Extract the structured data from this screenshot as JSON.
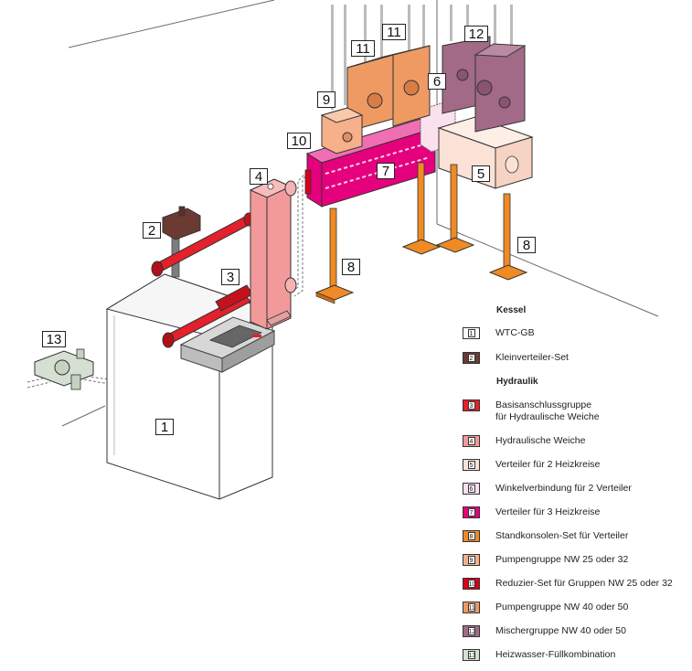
{
  "callouts": [
    "1",
    "2",
    "3",
    "4",
    "5",
    "6",
    "7",
    "8",
    "8",
    "9",
    "10",
    "11",
    "11",
    "12",
    "13"
  ],
  "legend": {
    "section_kessel": "Kessel",
    "section_hydraulik": "Hydraulik",
    "items": [
      {
        "num": "1",
        "label": "WTC-GB",
        "color": "#ffffff"
      },
      {
        "num": "2",
        "label": "Kleinverteiler-Set",
        "color": "#6b3a33"
      },
      {
        "num": "3",
        "label": "Basisanschlussgruppe\nfür Hydraulische Weiche",
        "color": "#e4202b"
      },
      {
        "num": "4",
        "label": "Hydraulische Weiche",
        "color": "#f29a9a"
      },
      {
        "num": "5",
        "label": "Verteiler für 2 Heizkreise",
        "color": "#fbe2d6"
      },
      {
        "num": "6",
        "label": "Winkelverbindung für 2 Verteiler",
        "color": "#fbe0ee"
      },
      {
        "num": "7",
        "label": "Verteiler für 3 Heizkreise",
        "color": "#e5007e"
      },
      {
        "num": "8",
        "label": "Standkonsolen-Set für Verteiler",
        "color": "#f08a24"
      },
      {
        "num": "9",
        "label": "Pumpengruppe NW 25 oder 32",
        "color": "#f6b08a"
      },
      {
        "num": "10",
        "label": "Reduzier-Set für Gruppen NW 25 oder 32",
        "color": "#d9001c"
      },
      {
        "num": "11",
        "label": "Pumpengruppe NW 40 oder 50",
        "color": "#ee9a62"
      },
      {
        "num": "12",
        "label": "Mischergruppe NW 40 oder 50",
        "color": "#a26a86"
      },
      {
        "num": "13",
        "label": "Heizwasser-Füllkombination",
        "color": "#d5e0d2"
      }
    ]
  }
}
